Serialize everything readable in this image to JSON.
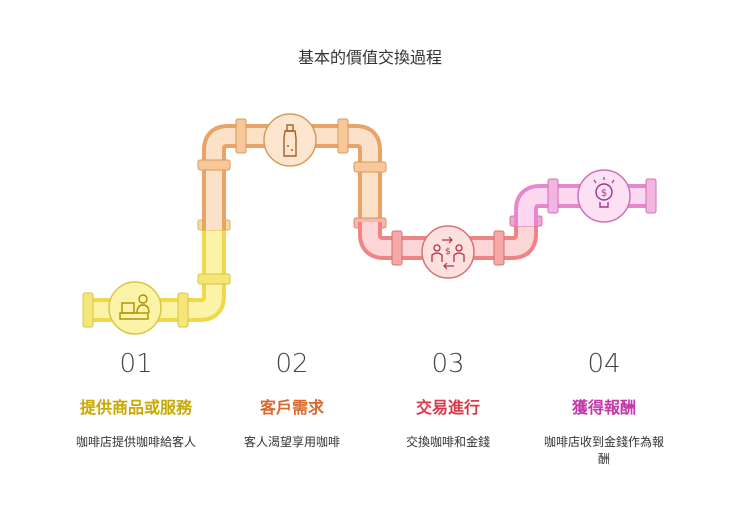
{
  "title": "基本的價值交換過程",
  "colors": {
    "yellow": "#e8dd3a",
    "orange": "#e8a060",
    "red": "#e86a6a",
    "pink": "#e070c8"
  },
  "steps": [
    {
      "num": "01",
      "label": "提供商品或服務",
      "desc": "咖啡店提供咖啡給客人",
      "icon": "cashier-icon",
      "color": "#c9a800"
    },
    {
      "num": "02",
      "label": "客戶需求",
      "desc": "客人渴望享用咖啡",
      "icon": "bottle-icon",
      "color": "#d9682a"
    },
    {
      "num": "03",
      "label": "交易進行",
      "desc": "交換咖啡和金錢",
      "icon": "exchange-icon",
      "color": "#d83a4a"
    },
    {
      "num": "04",
      "label": "獲得報酬",
      "desc": "咖啡店收到金錢作為報酬",
      "icon": "money-bulb-icon",
      "color": "#c23aa8"
    }
  ]
}
